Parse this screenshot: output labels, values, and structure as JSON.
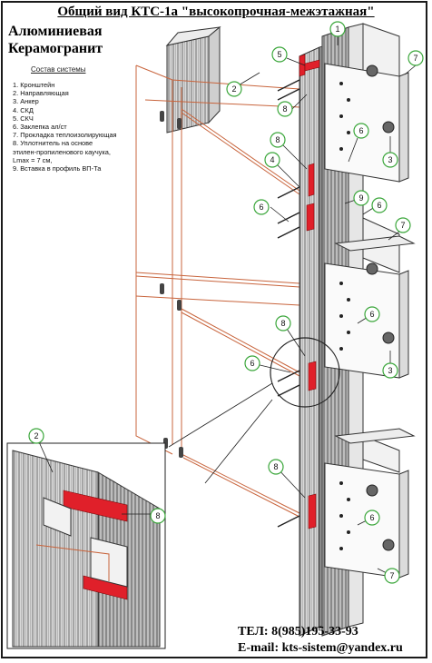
{
  "title": "Общий вид КТС-1а \"высокопрочная-межэтажная\"",
  "subtitle_line1": "Алюминиевая",
  "subtitle_line2": "Керамогранит",
  "composition": {
    "heading": "Состав системы",
    "items": [
      "1. Кронштейн",
      "2. Направляющая",
      "3. Анкер",
      "4. СКД",
      "5. СКЧ",
      "6. Заклепка ал/ст",
      "7. Прокладка теплоизолирующая",
      "8. Уплотнитель на основе",
      "этилен-пропиленового каучука,",
      "Lmax = 7 см,",
      "9. Вставка в профиль ВП-Та"
    ]
  },
  "callouts": {
    "c1": "1",
    "c2": "2",
    "c3": "3",
    "c4": "4",
    "c5": "5",
    "c6": "6",
    "c7": "7",
    "c8": "8",
    "c9": "9"
  },
  "contact": {
    "phone": "ТЕЛ: 8(985)195-33-93",
    "email": "E-mail: kts-sistem@yandex.ru"
  },
  "colors": {
    "accent_red": "#e0202a",
    "callout_green": "#3aa63a",
    "panel_edge": "#c8643c",
    "line": "#222222"
  }
}
